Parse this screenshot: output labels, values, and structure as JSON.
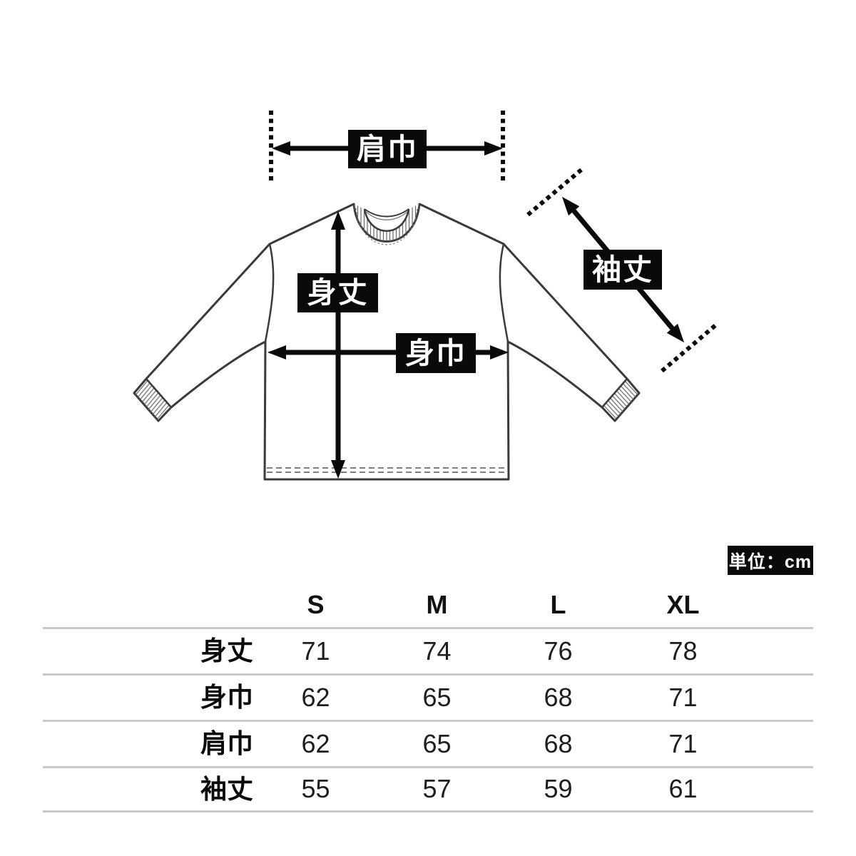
{
  "diagram": {
    "garment": "long-sleeve-tshirt-front-outline",
    "labels": {
      "shoulder_width": "肩巾",
      "body_length": "身丈",
      "body_width": "身巾",
      "sleeve_length": "袖丈"
    },
    "colors": {
      "label_bg": "#0a0a0a",
      "label_text": "#ffffff",
      "garment_outline": "#3a3a3a",
      "annotation": "#0a0a0a"
    }
  },
  "unit_badge": {
    "text": "単位：cm"
  },
  "size_table": {
    "columns": [
      "S",
      "M",
      "L",
      "XL"
    ],
    "rows": [
      {
        "label": "身丈",
        "values": [
          71,
          74,
          76,
          78
        ]
      },
      {
        "label": "身巾",
        "values": [
          62,
          65,
          68,
          71
        ]
      },
      {
        "label": "肩巾",
        "values": [
          62,
          65,
          68,
          71
        ]
      },
      {
        "label": "袖丈",
        "values": [
          55,
          57,
          59,
          61
        ]
      }
    ],
    "divider_color": "#c9c9c9"
  }
}
